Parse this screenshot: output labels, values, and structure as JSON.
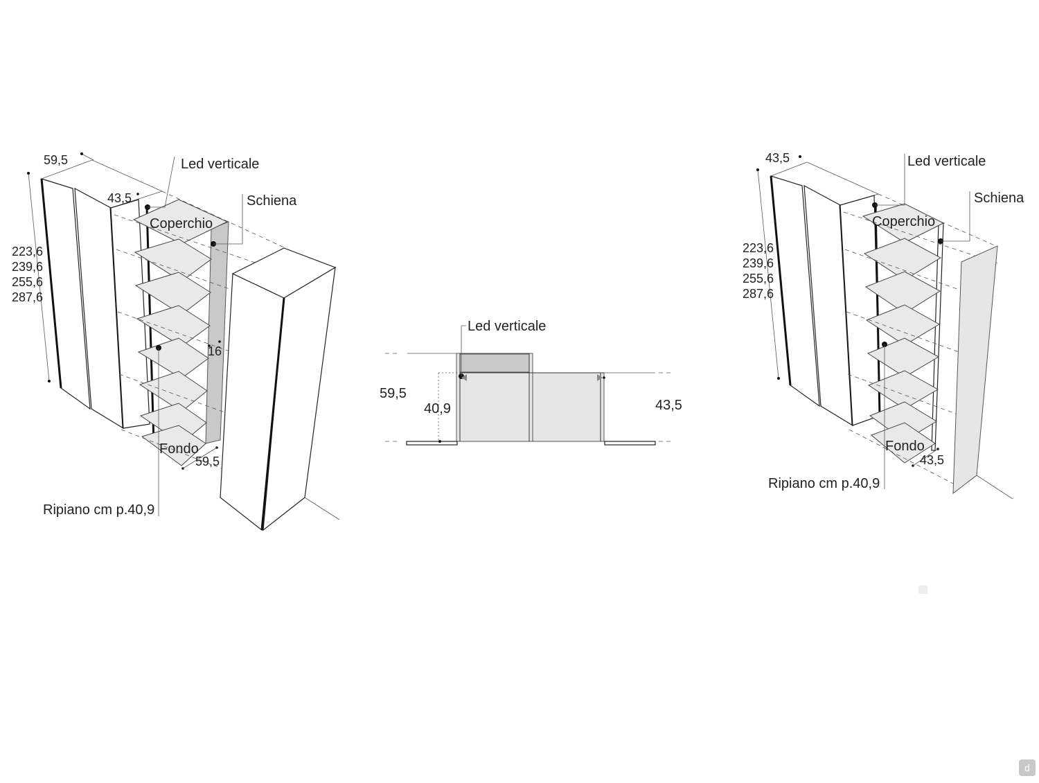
{
  "left_view": {
    "width_dim": "59,5",
    "depth_dim": "43,5",
    "heights": [
      "223,6",
      "239,6",
      "255,6",
      "287,6"
    ],
    "led_label": "Led verticale",
    "back_label": "Schiena",
    "top_label": "Coperchio",
    "bottom_label": "Fondo",
    "shelf_label": "Ripiano cm p.40,9",
    "side_dim": "16",
    "bottom_dim": "59,5"
  },
  "center_view": {
    "led_label": "Led verticale",
    "depth_left": "59,5",
    "depth_shelf": "40,9",
    "depth_right": "43,5"
  },
  "right_view": {
    "width_dim": "43,5",
    "heights": [
      "223,6",
      "239,6",
      "255,6",
      "287,6"
    ],
    "led_label": "Led verticale",
    "back_label": "Schiena",
    "top_label": "Coperchio",
    "bottom_label": "Fondo",
    "shelf_label": "Ripiano cm p.40,9",
    "bottom_dim": "43,5"
  },
  "logo_text": "d"
}
